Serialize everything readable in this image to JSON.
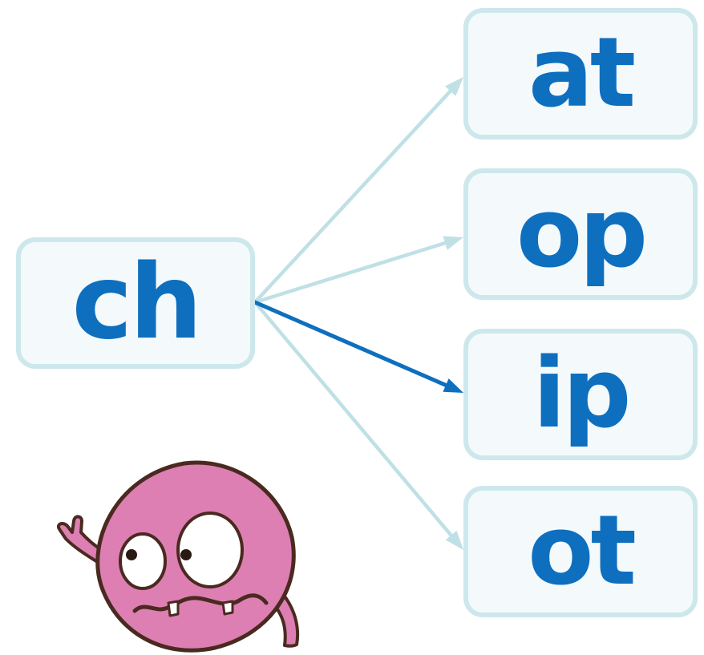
{
  "onset": {
    "text": "ch"
  },
  "rimes": [
    {
      "text": "at",
      "selected": false
    },
    {
      "text": "op",
      "selected": false
    },
    {
      "text": "ip",
      "selected": true
    },
    {
      "text": "ot",
      "selected": false
    }
  ],
  "colors": {
    "text": "#0e6fbf",
    "box_border": "#cde8ec",
    "box_fill": "#f4fafb",
    "arrow_default": "#bfe0e5",
    "arrow_selected": "#0e6fbf",
    "mascot_body": "#dd7fb3",
    "mascot_outline": "#4a2a20"
  },
  "mascot": {
    "icon": "pink-monster-icon"
  }
}
